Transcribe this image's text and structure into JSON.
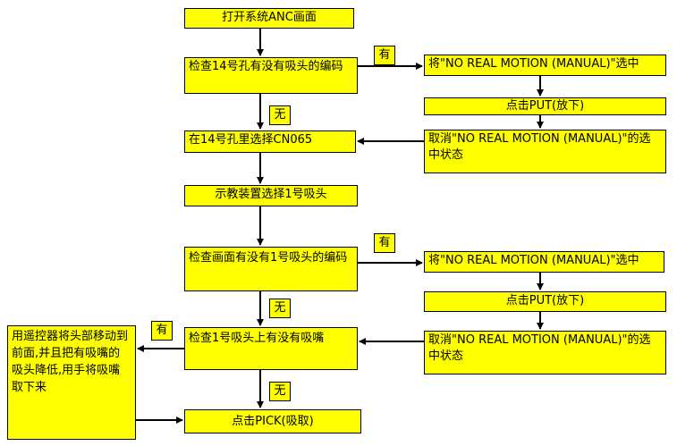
{
  "flow": {
    "open_anc": "打开系统ANC画面",
    "check_14": "检查14号孔有没有吸头的编码",
    "set_no_real_1": "将\"NO REAL MOTION (MANUAL)\"选中",
    "click_put_1": "点击PUT(放下)",
    "cancel_no_real_1": "取消\"NO REAL MOTION (MANUAL)\"的选中状态",
    "select_cn065": "在14号孔里选择CN065",
    "teach_select_1": "示教装置选择1号吸头",
    "check_code_1": "检查画面有没有1号吸头的编码",
    "set_no_real_2": "将\"NO REAL MOTION (MANUAL)\"选中",
    "click_put_2": "点击PUT(放下)",
    "cancel_no_real_2": "取消\"NO REAL MOTION (MANUAL)\"的选中状态",
    "check_nozzle": "检查1号吸头上有没有吸嘴",
    "remote_remove": "用遥控器将头部移动到前面,并且把有吸嘴的吸头降低,用手将吸嘴取下来",
    "click_pick": "点击PICK(吸取)"
  },
  "labels": {
    "yes_1": "有",
    "no_1": "无",
    "yes_2": "有",
    "no_2": "无",
    "yes_3": "有",
    "no_3": "无"
  },
  "colors": {
    "box_fill": "#ffff00",
    "border": "#000000"
  }
}
